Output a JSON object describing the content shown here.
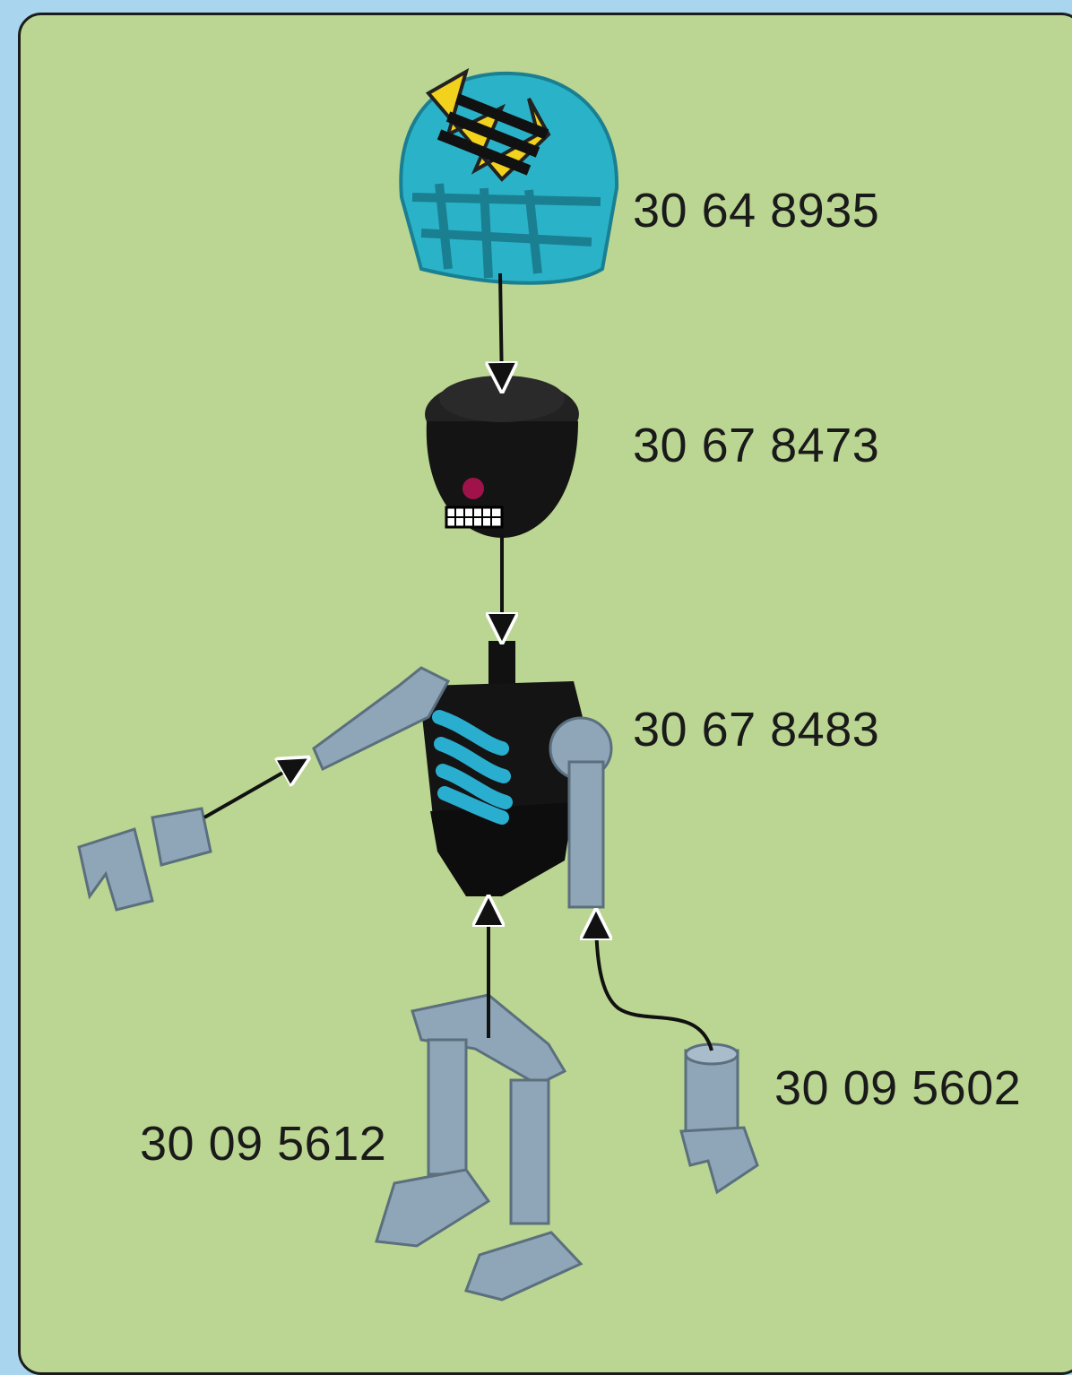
{
  "parts": [
    {
      "id": "helmet",
      "number": "30 64 8935",
      "icon": "hockey-helmet-icon"
    },
    {
      "id": "head",
      "number": "30 67 8473",
      "icon": "skull-head-icon"
    },
    {
      "id": "torso",
      "number": "30 67 8483",
      "icon": "torso-icon"
    },
    {
      "id": "legs",
      "number": "30 09 5612",
      "icon": "legs-icon"
    },
    {
      "id": "hand",
      "number": "30 09 5602",
      "icon": "hand-icon"
    }
  ],
  "colors": {
    "background": "#a9d6ee",
    "panel": "#bbd692",
    "helmet": "#2ab3c8",
    "helmet_accent": "#f2d21c",
    "head": "#141414",
    "limbs": "#8ea6b7",
    "ribs": "#2aaed0",
    "arrow": "#111111"
  }
}
